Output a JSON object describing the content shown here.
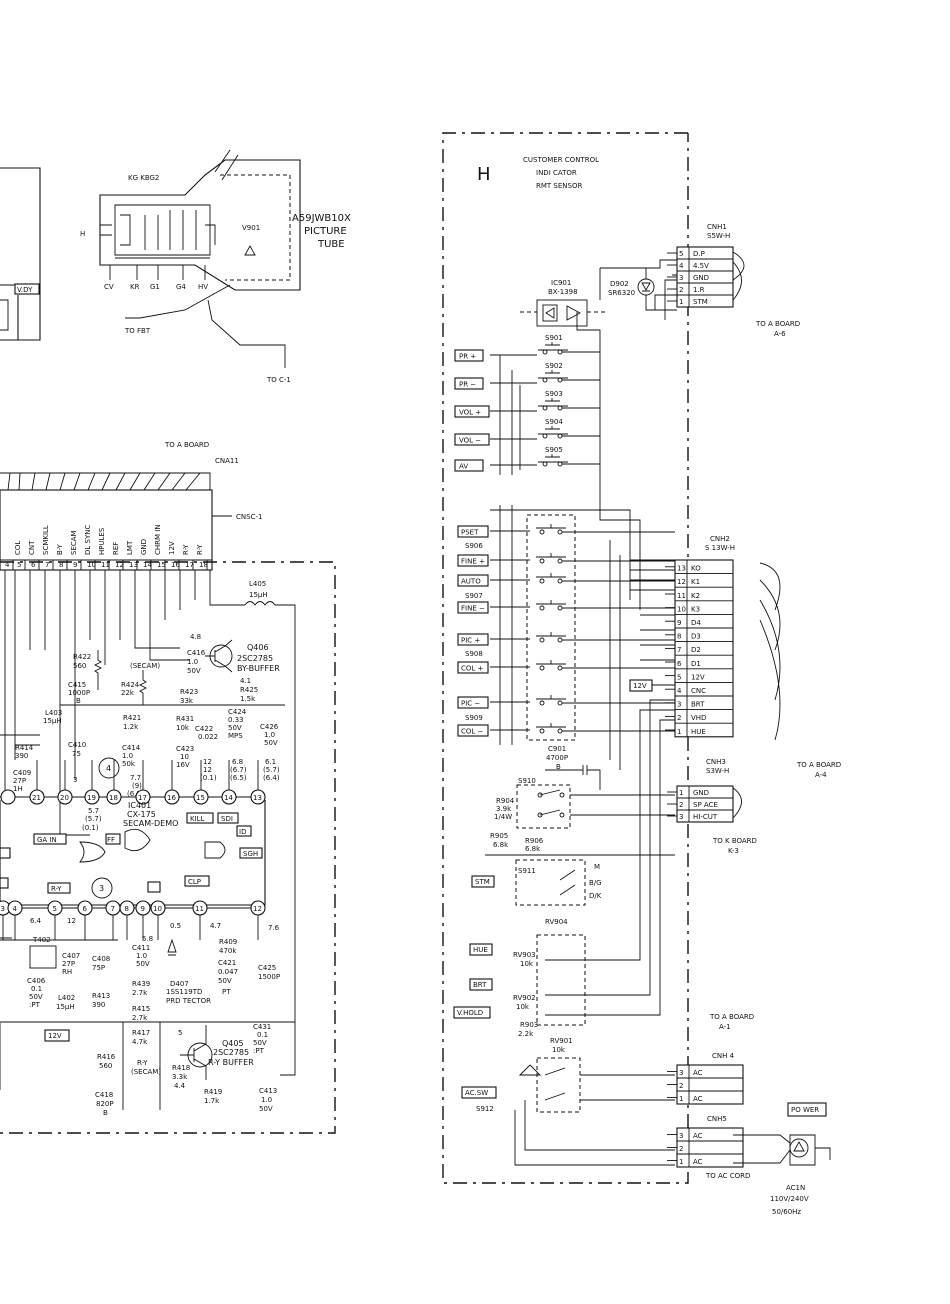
{
  "left_panel": {
    "tube_model": "A59JWB10X",
    "tube_desc1": "PICTURE",
    "tube_desc2": "TUBE",
    "tube_ref": "V901",
    "tube_pins": [
      "CV",
      "KR",
      "G1",
      "G4",
      "HV"
    ],
    "tube_top_pins": "KG KBG2",
    "tube_h": "H",
    "to_fbt": "TO FBT",
    "to_c1": "TO C-1",
    "v_dy": "V.DY",
    "to_a_board": "TO A BOARD",
    "cna": "CNA11",
    "cnsc": "CNSC-1",
    "cnsc_pins": [
      "COL",
      "CNT",
      "SCMKILL",
      "B-Y",
      "SECAM",
      "DL SYNC",
      "HPULES",
      "REF",
      "LMT",
      "GND",
      "CHRM IN",
      "12V",
      "R-Y",
      "R-Y"
    ],
    "cnsc_nums": [
      "4",
      "5",
      "6",
      "7",
      "8",
      "9",
      "10",
      "11",
      "12",
      "13",
      "14",
      "15",
      "16",
      "17",
      "18"
    ],
    "l405": "L405",
    "l405_v": "15µH",
    "q406": "Q406",
    "q406_v": "2SC2785",
    "q406_f": "BY-BUFFER",
    "r422": "R422",
    "r422_v": "560",
    "secam": "(SECAM)",
    "c416": "C416",
    "c416_v": "1.0",
    "c416_v2": "50V",
    "c415": "C415",
    "c415_v": "1000P",
    "c415_b": "B",
    "r424": "R424",
    "r424_v": "22k",
    "r423": "R423",
    "r423_v": "33k",
    "r425": "R425",
    "r425_v": "1.5k",
    "l403": "L403",
    "l403_v": "15µH",
    "r421": "R421",
    "r421_v": "1.2k",
    "r431": "R431",
    "r431_v": "10k",
    "c422": "C422",
    "c422_v": "0.022",
    "c424": "C424",
    "c424_v": "0.33",
    "c424_v2": "50V",
    "c424_t": "MPS",
    "c426": "C426",
    "c426_v": "1.0",
    "c426_v2": "50V",
    "r414": "R414",
    "r414_v": "390",
    "c410": "C410",
    "c410_v": "75",
    "c414": "C414",
    "c414_v": "1.0",
    "c414_v2": "50k",
    "c423": "C423",
    "c423_v": "10",
    "c423_v2": "16V",
    "c409": "C409",
    "c409_v": "27P",
    "c409_v2": "1H",
    "ic401": "IC401",
    "ic401_v": "CX-175",
    "ic401_f": "SECAM-DEMO",
    "v48": "4.8",
    "v41": "4.1",
    "v77": "7.7",
    "v9": "(9)",
    "v69": "(6.9)",
    "v57": "5.7",
    "v57b": "(5.7)",
    "v01": "(0.1)",
    "v12": "12",
    "v12b": "12",
    "v01b": "(0.1)",
    "v68": "6.8",
    "v67": "(6.7)",
    "v65": "(6.5)",
    "v61": "6.1",
    "v57c": "(5.7)",
    "v64": "(6.4)",
    "kill": "KILL",
    "sdi": "SDI",
    "id": "ID",
    "sgh": "SGH",
    "clp": "CLP",
    "ga_in": "GA IN",
    "ff": "FF",
    "ry": "R-Y",
    "v64b": "6.4",
    "v12c": "12",
    "v05": "0.5",
    "v47": "4.7",
    "v76": "7.6",
    "v58": "5.8",
    "t402": "T402",
    "c407": "C407",
    "c407_v": "27P",
    "c407_v2": "RH",
    "c408": "C408",
    "c408_v": "75P",
    "c406": "C406",
    "c406_v": "0.1",
    "c406_v2": "50V",
    "c406_t": ":PT",
    "l402": "L402",
    "l402_v": "15µH",
    "r413": "R413",
    "r413_v": "390",
    "c411": "C411",
    "c411_v": "1.0",
    "c411_v2": "50V",
    "r409": "R409",
    "r409_v": "470k",
    "c421": "C421",
    "c421_v": "0.047",
    "c421_v2": "50V",
    "c425": "C425",
    "c425_v": "1500P",
    "r439": "R439",
    "r439_v": "2.7k",
    "d407": "D407",
    "d407_v": "1SS119TD",
    "d407_f": "PRD TECTOR",
    "r415": "R415",
    "r415_v": "2.7k",
    "pt": "PT",
    "v12v": "12V",
    "r417": "R417",
    "r417_v": "4.7k",
    "q405": "Q405",
    "q405_v": "2SC2785",
    "q405_f": "R-Y BUFFER",
    "c431": "C431",
    "c431_v": "0.1",
    "c431_v2": "50V",
    "c431_t": ":PT",
    "r416": "R416",
    "r416_v": "560",
    "ry_secam": "R-Y",
    "ry_secam2": "(SECAM)",
    "r418": "R418",
    "r418_v": "3.3k",
    "v44": "4.4",
    "v5": "5",
    "r419": "R419",
    "r419_v": "1.7k",
    "c413": "C413",
    "c413_v": "1.0",
    "c413_v2": "50V",
    "c418": "C418",
    "c418_v": "820P",
    "c418_b": "B",
    "pins_bottom": [
      "3",
      "4",
      "5",
      "6",
      "7",
      "8",
      "9",
      "10",
      "11",
      "12"
    ],
    "pins_top": [
      "21",
      "20",
      "19",
      "18",
      "17",
      "16",
      "15",
      "14",
      "13"
    ],
    "pin4": "4",
    "pin3": "3",
    "pin3b": "3"
  },
  "right_panel": {
    "section_letter": "H",
    "title1": "CUSTOMER CONTROL",
    "title2": "INDI CATOR",
    "title3": "RMT SENSOR",
    "cnh1": "CNH1",
    "cnh1_t": "S5W-H",
    "cnh1_pins": [
      {
        "n": "5",
        "label": "D.P"
      },
      {
        "n": "4",
        "label": "4.5V"
      },
      {
        "n": "3",
        "label": "GND"
      },
      {
        "n": "2",
        "label": "1.R"
      },
      {
        "n": "1",
        "label": "STM"
      }
    ],
    "ic901": "IC901",
    "ic901_v": "BX-1398",
    "d902": "D902",
    "d902_v": "SR6320",
    "to_a6": "TO A BOARD",
    "to_a6_b": "A-6",
    "keys1": [
      "PR +",
      "PR −",
      "VOL +",
      "VOL −",
      "AV"
    ],
    "switches1": [
      "S901",
      "S902",
      "S903",
      "S904",
      "S905"
    ],
    "keys2": [
      "PSET",
      "FINE +",
      "AUTO",
      "FINE −",
      "PIC +",
      "COL +",
      "PIC −",
      "COL −"
    ],
    "switches2": [
      "S906",
      "S907",
      "S908",
      "S909"
    ],
    "cnh2": "CNH2",
    "cnh2_t": "S 13W-H",
    "cnh2_pins": [
      {
        "n": "13",
        "label": "KO"
      },
      {
        "n": "12",
        "label": "K1"
      },
      {
        "n": "11",
        "label": "K2"
      },
      {
        "n": "10",
        "label": "K3"
      },
      {
        "n": "9",
        "label": "D4"
      },
      {
        "n": "8",
        "label": "D3"
      },
      {
        "n": "7",
        "label": "D2"
      },
      {
        "n": "6",
        "label": "D1"
      },
      {
        "n": "5",
        "label": "12V"
      },
      {
        "n": "4",
        "label": "CNC"
      },
      {
        "n": "3",
        "label": "BRT"
      },
      {
        "n": "2",
        "label": "VHD"
      },
      {
        "n": "1",
        "label": "HUE"
      }
    ],
    "v12": "12V",
    "to_a4": "TO A BOARD",
    "to_a4_b": "A-4",
    "c901": "C901",
    "c901_v": "4700P",
    "c901_b": "B",
    "s910": "S910",
    "r904": "R904",
    "r904_v": "3.9k",
    "r904_w": "1/4W",
    "r905": "R905",
    "r905_v": "6.8k",
    "r906": "R906",
    "r906_v": "6.8k",
    "s911": "S911",
    "sw_m": "M",
    "sw_bg": "B/G",
    "sw_dk": "D/K",
    "stm": "STM",
    "rv904": "RV904",
    "cnh3": "CNH3",
    "cnh3_t": "S3W-H",
    "cnh3_pins": [
      {
        "n": "1",
        "label": "GND"
      },
      {
        "n": "2",
        "label": "SP ACE"
      },
      {
        "n": "3",
        "label": "HI-CUT"
      }
    ],
    "to_k3": "TO K BOARD",
    "to_k3_b": "K-3",
    "hue": "HUE",
    "brt": "BRT",
    "vhold": "V.HOLD",
    "rv903": "RV903",
    "rv903_v": "10k",
    "rv902": "RV902",
    "rv902_v": "10k",
    "r903": "R903",
    "r903_v": "2.2k",
    "rv901": "RV901",
    "rv901_v": "10k",
    "to_a1": "TO A BOARD",
    "to_a1_b": "A-1",
    "cnh4": "CNH 4",
    "cnh4_pins": [
      {
        "n": "3",
        "label": "AC"
      },
      {
        "n": "2",
        "label": ""
      },
      {
        "n": "1",
        "label": "AC"
      }
    ],
    "ac_sw": "AC.SW",
    "s912": "S912",
    "cnh5": "CNH5",
    "cnh5_pins": [
      {
        "n": "3",
        "label": "AC"
      },
      {
        "n": "2",
        "label": ""
      },
      {
        "n": "1",
        "label": "AC"
      }
    ],
    "power": "PO WER",
    "to_ac": "TO AC CORD",
    "acin": "AC1N",
    "acin_v": "110V/240V",
    "acin_f": "50/60Hz"
  }
}
